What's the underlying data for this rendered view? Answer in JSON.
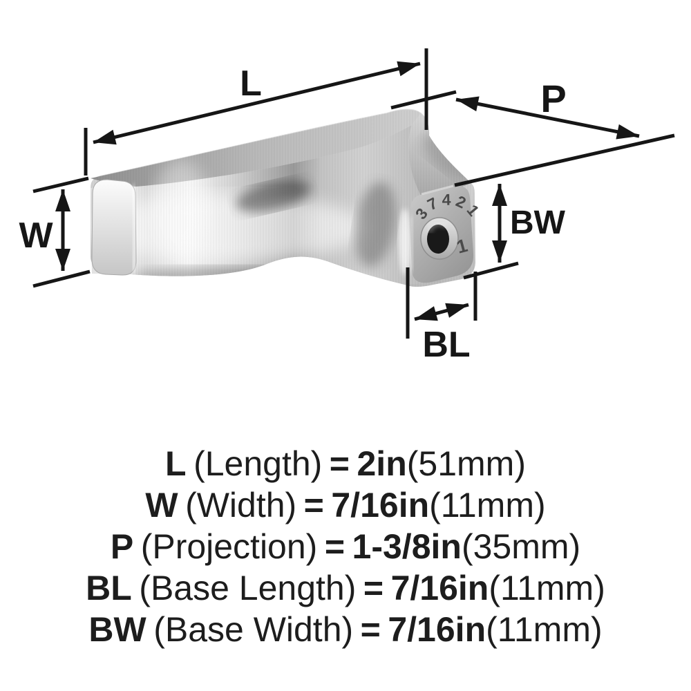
{
  "colors": {
    "background": "#ffffff",
    "line": "#161616",
    "text": "#1d1d1d",
    "metal_light": "#f5f5f5",
    "metal_mid": "#c2c2c2",
    "metal_dark": "#8c8c8c",
    "engraving": "#4a4a4a"
  },
  "diagram": {
    "labels": {
      "length": "L",
      "projection": "P",
      "width": "W",
      "base_width": "BW",
      "base_length": "BL"
    },
    "engraving": {
      "part_number": "37421",
      "mold_digit": "1"
    }
  },
  "rows": [
    {
      "symbol": "L",
      "name": "(Length)",
      "eq": "=",
      "value": "2in",
      "metric": "(51mm)"
    },
    {
      "symbol": "W",
      "name": "(Width)",
      "eq": "=",
      "value": "7/16in",
      "metric": "(11mm)"
    },
    {
      "symbol": "P",
      "name": "(Projection)",
      "eq": "=",
      "value": "1-3/8in",
      "metric": "(35mm)"
    },
    {
      "symbol": "BL",
      "name": "(Base Length)",
      "eq": "=",
      "value": "7/16in",
      "metric": "(11mm)"
    },
    {
      "symbol": "BW",
      "name": "(Base Width)",
      "eq": "=",
      "value": "7/16in",
      "metric": "(11mm)"
    }
  ]
}
